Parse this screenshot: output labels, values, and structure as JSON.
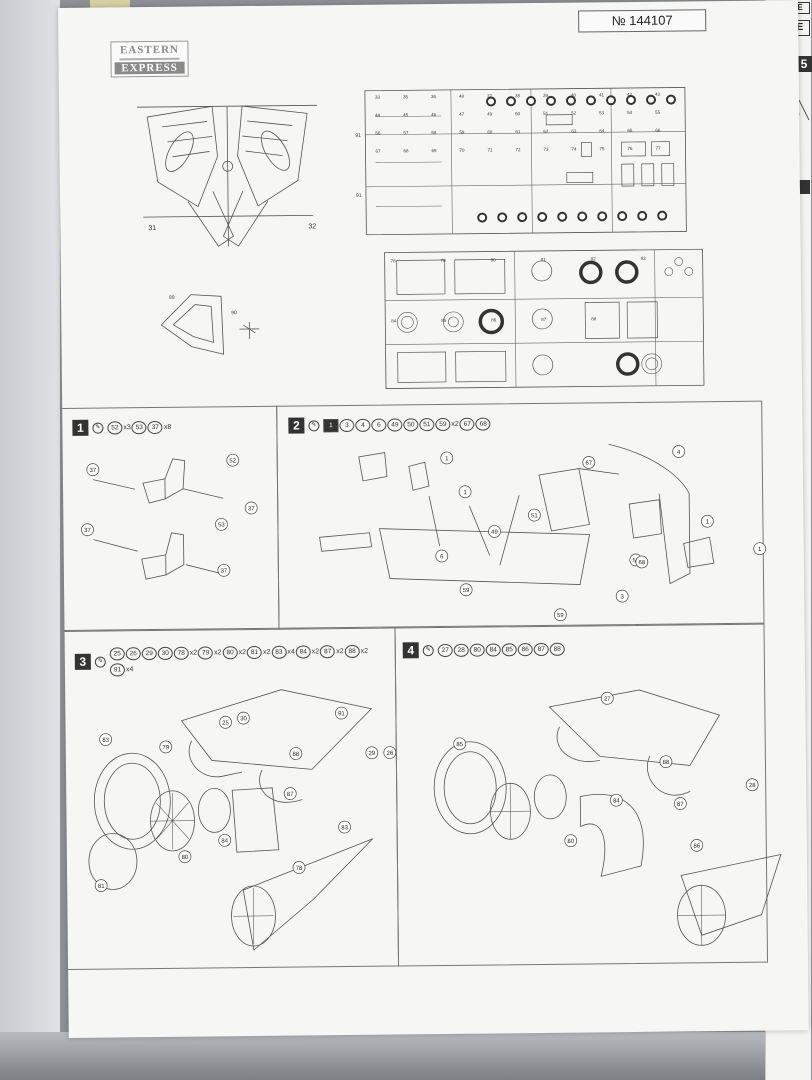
{
  "header": {
    "kit_number": "№ 144107",
    "brand_line1": "EASTERN",
    "brand_line2": "EXPRESS"
  },
  "side_sheet": {
    "box1": "E",
    "box1b": "E",
    "step_label": "5"
  },
  "sprues": {
    "wing_labels": [
      "31",
      "32"
    ],
    "canopy_labels": [
      "89",
      "90"
    ],
    "side_labels": [
      "91",
      "91"
    ],
    "tree_a_labels": [
      "33",
      "35",
      "36",
      "48",
      "37",
      "38",
      "39",
      "40",
      "41",
      "42",
      "43",
      "44",
      "45",
      "46",
      "47",
      "49",
      "50",
      "51",
      "52",
      "53",
      "54",
      "55",
      "56",
      "57",
      "58",
      "59",
      "60",
      "61",
      "62",
      "63",
      "64",
      "65",
      "66",
      "67",
      "68",
      "69",
      "70",
      "71",
      "72",
      "73",
      "74",
      "75",
      "76",
      "77"
    ],
    "tree_b_labels": [
      "78",
      "79",
      "80",
      "81",
      "82",
      "83",
      "84",
      "85",
      "86",
      "87",
      "88"
    ]
  },
  "steps": [
    {
      "number": "1",
      "parts": [
        {
          "n": "52",
          "q": "x3"
        },
        {
          "n": "53",
          "q": ""
        },
        {
          "n": "37",
          "q": "x8"
        }
      ],
      "callouts": [
        "37",
        "52",
        "37",
        "37",
        "53",
        "37"
      ]
    },
    {
      "number": "2",
      "parts": [
        {
          "n": "1",
          "q": "",
          "sq": true
        },
        {
          "n": "3",
          "q": ""
        },
        {
          "n": "4",
          "q": ""
        },
        {
          "n": "6",
          "q": ""
        },
        {
          "n": "49",
          "q": ""
        },
        {
          "n": "50",
          "q": ""
        },
        {
          "n": "51",
          "q": ""
        },
        {
          "n": "59",
          "q": "x2"
        },
        {
          "n": "67",
          "q": ""
        },
        {
          "n": "68",
          "q": ""
        }
      ],
      "callouts": [
        "1",
        "67",
        "4",
        "1",
        "51",
        "1",
        "49",
        "50",
        "6",
        "68",
        "1",
        "59",
        "59",
        "3"
      ]
    },
    {
      "number": "3",
      "parts": [
        {
          "n": "25",
          "q": ""
        },
        {
          "n": "26",
          "q": ""
        },
        {
          "n": "29",
          "q": ""
        },
        {
          "n": "30",
          "q": ""
        },
        {
          "n": "78",
          "q": "x2"
        },
        {
          "n": "79",
          "q": "x2"
        },
        {
          "n": "80",
          "q": "x2"
        },
        {
          "n": "81",
          "q": "x2"
        },
        {
          "n": "83",
          "q": "x4"
        },
        {
          "n": "84",
          "q": "x2"
        },
        {
          "n": "87",
          "q": "x2"
        },
        {
          "n": "88",
          "q": "x2"
        },
        {
          "n": "91",
          "q": "x4"
        }
      ],
      "callouts": [
        "91",
        "30",
        "25",
        "26",
        "29",
        "83",
        "79",
        "88",
        "87",
        "83",
        "84",
        "80",
        "78",
        "81"
      ]
    },
    {
      "number": "4",
      "parts": [
        {
          "n": "27",
          "q": ""
        },
        {
          "n": "28",
          "q": ""
        },
        {
          "n": "80",
          "q": ""
        },
        {
          "n": "84",
          "q": ""
        },
        {
          "n": "85",
          "q": ""
        },
        {
          "n": "86",
          "q": ""
        },
        {
          "n": "87",
          "q": ""
        },
        {
          "n": "88",
          "q": ""
        }
      ],
      "callouts": [
        "27",
        "85",
        "88",
        "87",
        "28",
        "84",
        "80",
        "86"
      ]
    }
  ]
}
